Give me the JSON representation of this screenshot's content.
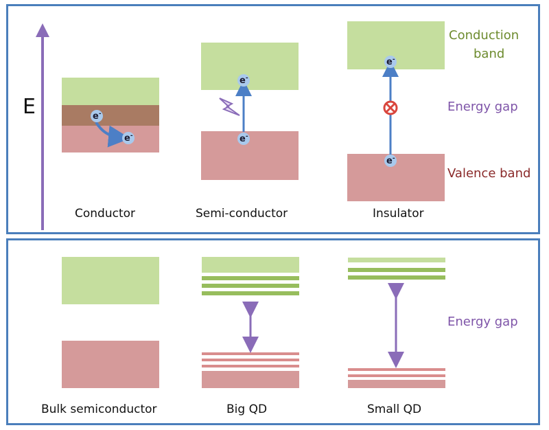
{
  "top_panel": {
    "axis_label": "E",
    "columns": {
      "conductor": "Conductor",
      "semiconductor": "Semi-conductor",
      "insulator": "Insulator"
    },
    "side_labels": {
      "conduction_line1": "Conduction",
      "conduction_line2": "band",
      "energy_gap": "Energy gap",
      "valence_band": "Valence band"
    },
    "electron_symbol": "e",
    "electron_charge": "-"
  },
  "bottom_panel": {
    "columns": {
      "bulk": "Bulk semiconductor",
      "big_qd": "Big QD",
      "small_qd": "Small QD"
    },
    "energy_gap": "Energy gap"
  },
  "colors": {
    "conduction_band": "#c5de9e",
    "valence_band": "#d59a9a",
    "overlap_band": "#a97b63",
    "arrow_blue": "#4c7fc6",
    "arrow_purple": "#8a6cb8",
    "border": "#4a7ebb",
    "electron": "#a9c9ec"
  }
}
